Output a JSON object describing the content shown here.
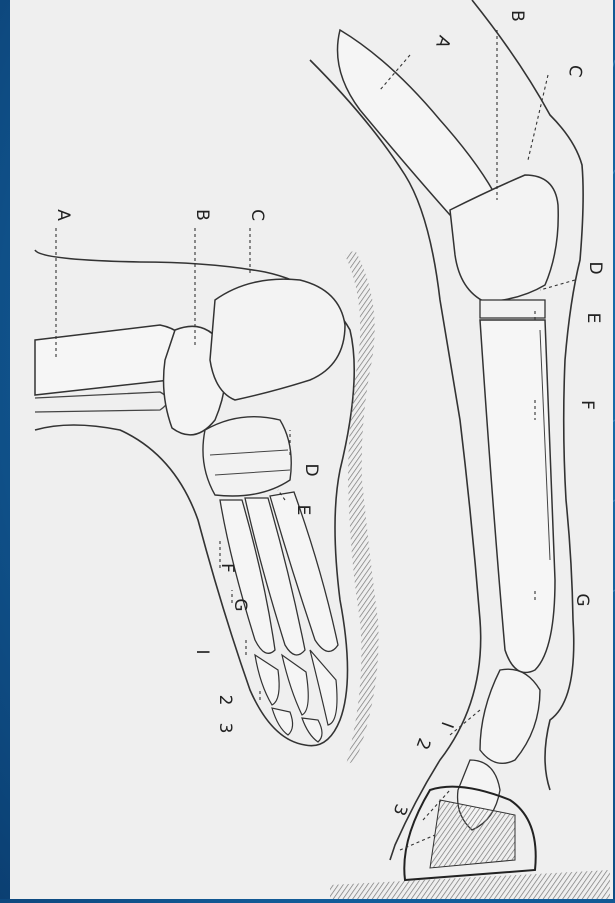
{
  "colors": {
    "slide_background": "#135f9c",
    "plate": "#efefef",
    "ink": "#222222",
    "shading": "#8a8a8a"
  },
  "human_foot": {
    "labels": {
      "a": "A",
      "b": "B",
      "c": "C",
      "d": "D",
      "e": "E",
      "f": "F",
      "g": "G",
      "i": "I",
      "n2": "2",
      "n3": "3"
    }
  },
  "horse_leg": {
    "labels": {
      "a": "A",
      "b": "B",
      "c": "C",
      "d": "D",
      "e": "E",
      "f": "F",
      "g": "G",
      "i": "I",
      "n2": "2",
      "n3": "3"
    }
  }
}
